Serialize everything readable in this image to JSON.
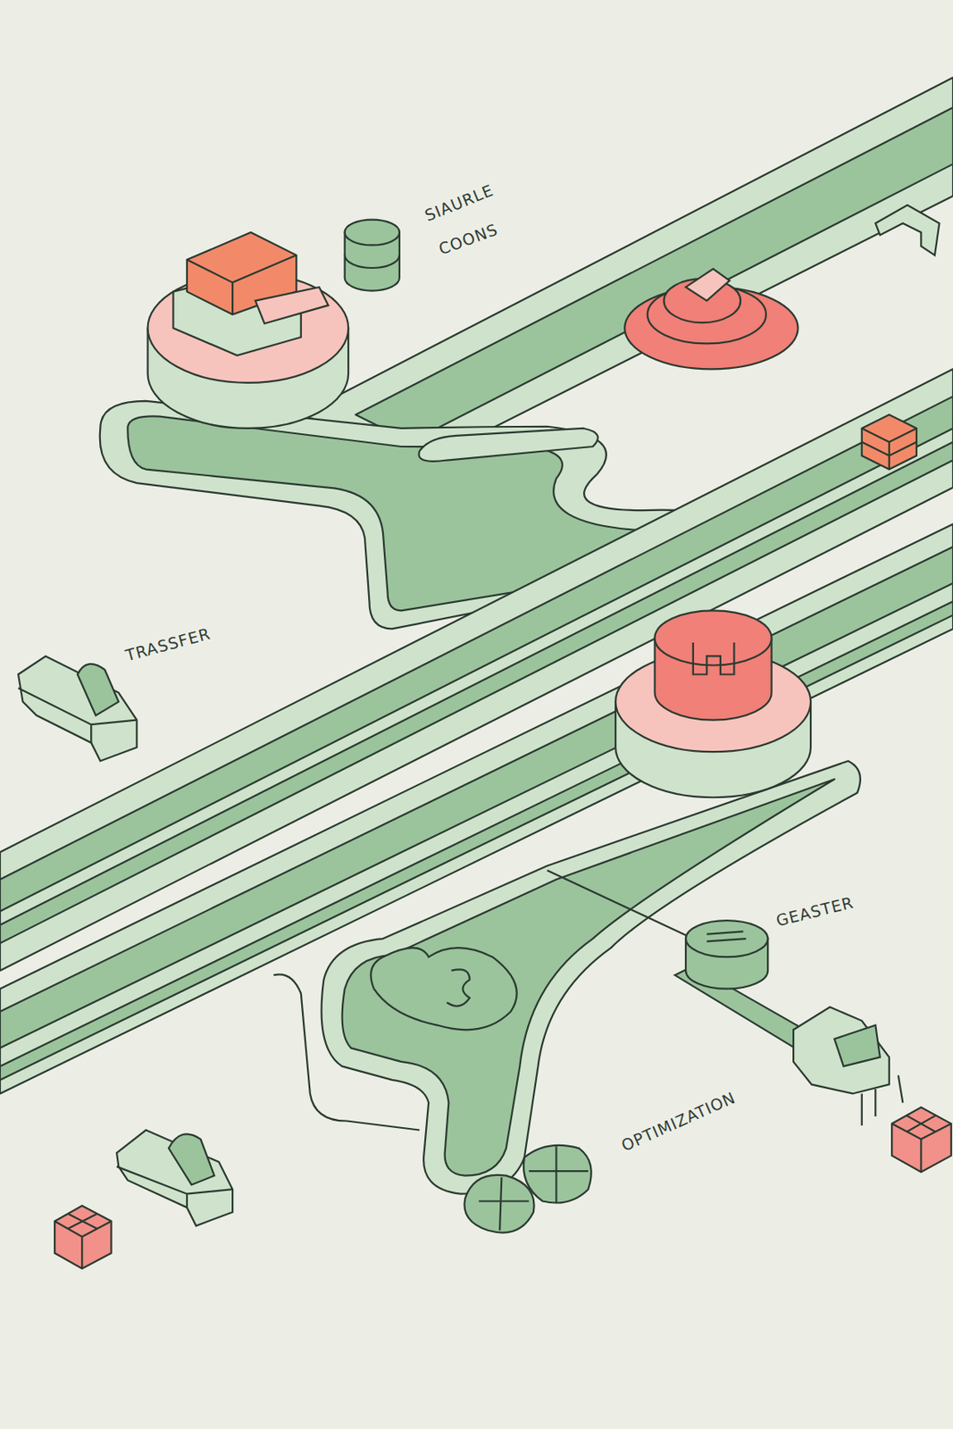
{
  "diagram": {
    "labels": [
      "SIAURLE",
      "COONS",
      "TRASSFER",
      "GEASTER",
      "OPTIMIZATION"
    ]
  }
}
